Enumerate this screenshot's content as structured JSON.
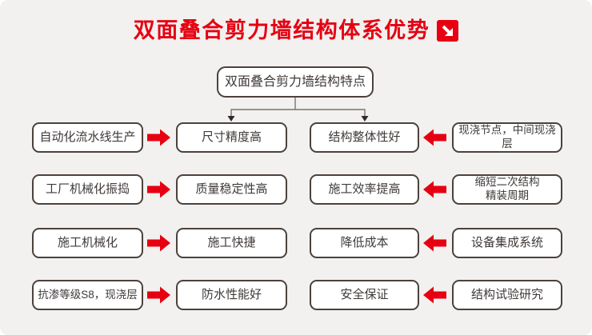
{
  "title": {
    "text": "双面叠合剪力墙结构体系优势",
    "icon": "arrow-down-right-icon"
  },
  "root": {
    "label": "双面叠合剪力墙结构特点"
  },
  "colors": {
    "accent_red": "#e60012",
    "box_border": "#4c413c",
    "background": "#f2f1ef",
    "text": "#3f3a38"
  },
  "rows": [
    {
      "left_source": "自动化流水线生产",
      "left_result": "尺寸精度高",
      "right_result": "结构整体性好",
      "right_source": "现浇节点，中间现浇层"
    },
    {
      "left_source": "工厂机械化振捣",
      "left_result": "质量稳定性高",
      "right_result": "施工效率提高",
      "right_source": "缩短二次结构\n精装周期"
    },
    {
      "left_source": "施工机械化",
      "left_result": "施工快捷",
      "right_result": "降低成本",
      "right_source": "设备集成系统"
    },
    {
      "left_source": "抗渗等级S8，现浇层",
      "left_result": "防水性能好",
      "right_result": "安全保证",
      "right_source": "结构试验研究"
    }
  ]
}
